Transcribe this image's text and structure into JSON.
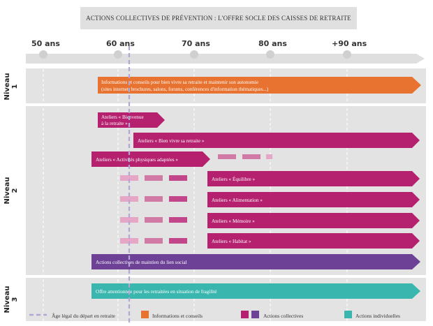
{
  "title": "ACTIONS COLLECTIVES DE PRÉVENTION : L'OFFRE SOCLE DES CAISSES DE RETRAITE",
  "ages": [
    "50 ans",
    "60 ans",
    "70 ans",
    "80 ans",
    "+90 ans"
  ],
  "levels": [
    {
      "word": "Niveau",
      "num": "1"
    },
    {
      "word": "Niveau",
      "num": "2"
    },
    {
      "word": "Niveau",
      "num": "3"
    }
  ],
  "bars": {
    "informations_line1": "Informations et conseils pour bien vivre sa retraite et maintenir son autonomie",
    "informations_line2": "(sites internet, brochures, salons, forums, conférences d'information thématiques...)",
    "bienvenue_line1": "Ateliers « Bienvenue",
    "bienvenue_line2": "à la retraite »",
    "bien_vivre": "Ateliers « Bien vivre sa retraite »",
    "activites": "Ateliers « Activités physiques adaptées »",
    "equilibre": "Ateliers « Équilibre »",
    "alimentation": "Ateliers « Alimentation »",
    "memoire": "Ateliers « Mémoire »",
    "habitat": "Ateliers « Habitat »",
    "lien_social": "Actions collectives de maintien du lien social",
    "fragilite": "Offre attentionnée pour les retraitées en situation de fragilité"
  },
  "legend": {
    "age_legal": "Âge légal du départ en retraite",
    "informations": "Informations et conseils",
    "collectives": "Actions collectives",
    "individuelles": "Actions individuelles"
  },
  "colors": {
    "orange": "#e8722f",
    "magenta": "#b5206f",
    "purple": "#6d4196",
    "teal": "#39b6ad",
    "band": "#e3e3e4",
    "dash_light": "#e6a7c6",
    "dash_mid": "#d27aa6",
    "retirement_line": "#b3a6d5"
  }
}
